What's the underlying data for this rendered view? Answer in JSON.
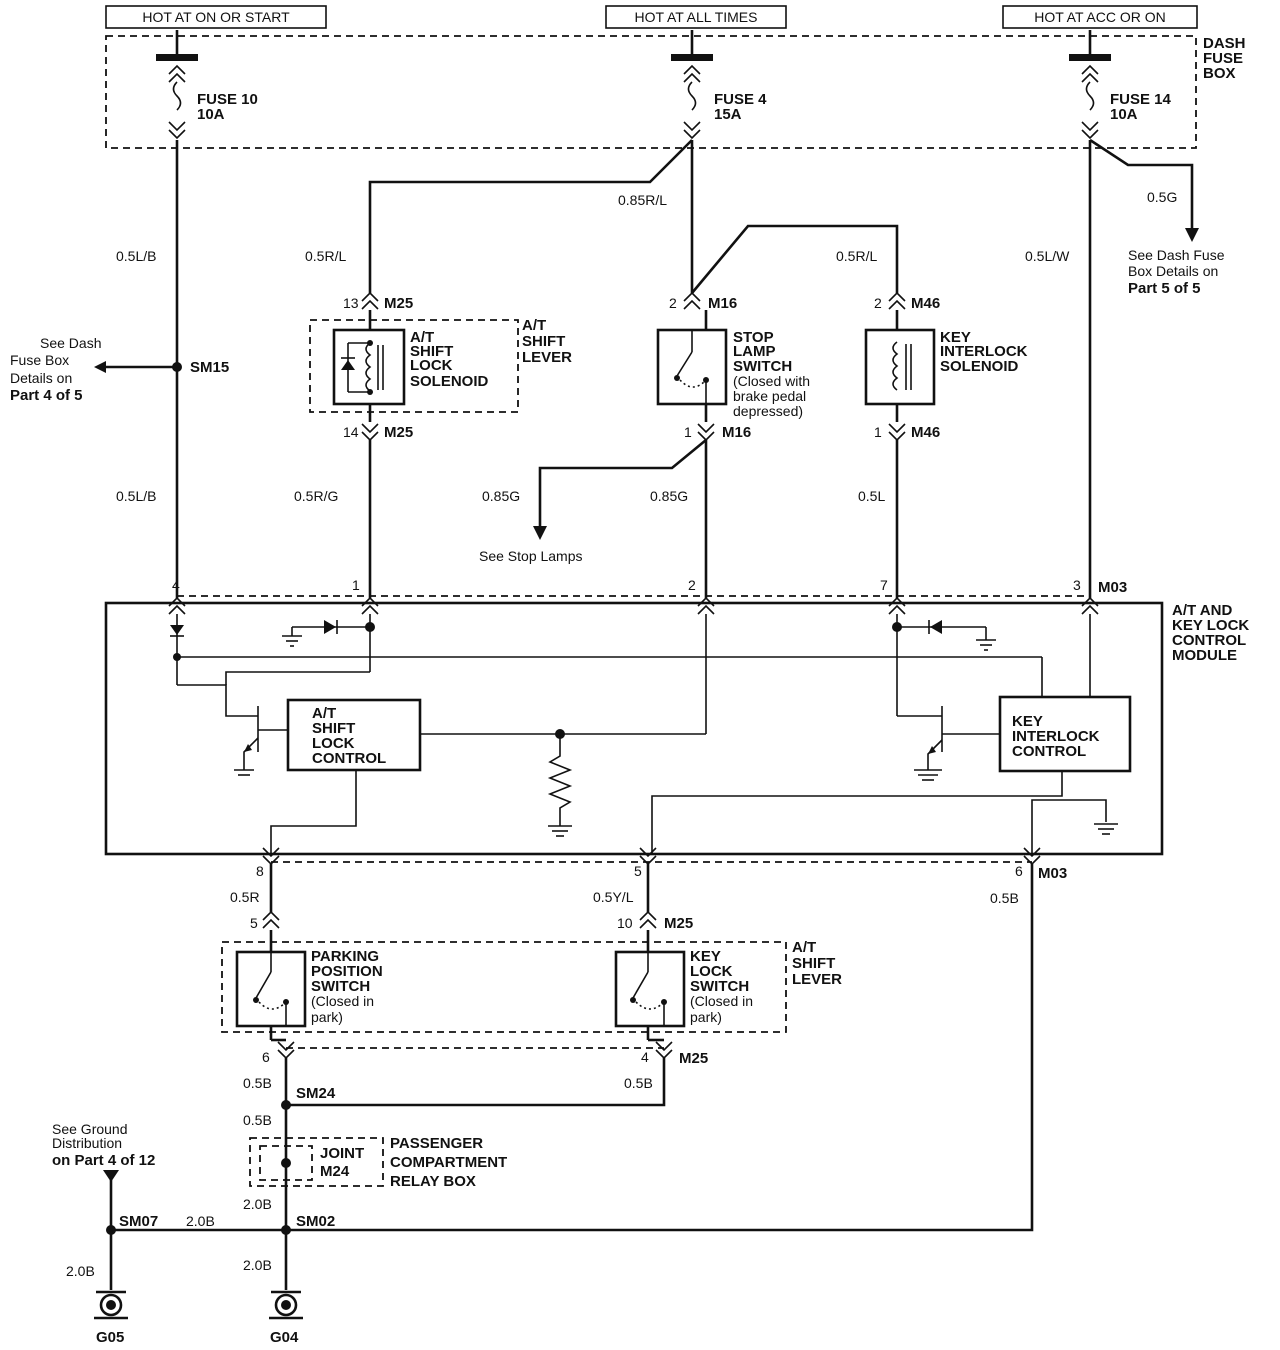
{
  "sources": [
    {
      "label": "HOT AT ON OR START"
    },
    {
      "label": "HOT AT ALL TIMES"
    },
    {
      "label": "HOT AT ACC OR ON"
    }
  ],
  "dash_fuse_box": {
    "label_lines": [
      "DASH",
      "FUSE",
      "BOX"
    ]
  },
  "fuses": [
    {
      "name": "FUSE 10",
      "rating": "10A"
    },
    {
      "name": "FUSE 4",
      "rating": "15A"
    },
    {
      "name": "FUSE 14",
      "rating": "10A"
    }
  ],
  "wires": {
    "w1": "0.5L/B",
    "w2": "0.5R/L",
    "w3": "0.85R/L",
    "w4": "0.5R/L",
    "w5": "0.5L/W",
    "w6": "0.5G",
    "w7": "0.5L/B",
    "w8": "0.5R/G",
    "w9": "0.85G",
    "w10": "0.85G",
    "w11": "0.5L",
    "w12": "0.5R",
    "w13": "0.5Y/L",
    "w14": "0.5B",
    "w15": "0.5B",
    "w16": "0.5B",
    "w17": "0.5B",
    "w18": "2.0B",
    "w19": "2.0B",
    "w20": "2.0B",
    "w21": "2.0B"
  },
  "refs": {
    "dash_part5": [
      "See Dash Fuse",
      "Box Details on",
      "Part 5 of 5"
    ],
    "dash_part4": [
      "See Dash",
      "Fuse Box",
      "Details on",
      "Part 4 of 5"
    ],
    "stop_lamps": "See Stop Lamps",
    "ground_dist": [
      "See Ground",
      "Distribution",
      "on Part 4 of 12"
    ]
  },
  "connectors": {
    "m25": "M25",
    "m16": "M16",
    "m46": "M46",
    "m03": "M03",
    "sm15": "SM15",
    "sm24": "SM24",
    "sm07": "SM07",
    "sm02": "SM02",
    "joint": "JOINT",
    "m24": "M24"
  },
  "pins": {
    "p13": "13",
    "p14": "14",
    "p2a": "2",
    "p1a": "1",
    "p2b": "2",
    "p1b": "1",
    "mod4": "4",
    "mod1": "1",
    "mod2": "2",
    "mod7": "7",
    "mod3": "3",
    "mod8": "8",
    "mod5": "5",
    "mod6": "6",
    "sw5": "5",
    "sw10": "10",
    "sw6": "6",
    "sw4": "4"
  },
  "components": {
    "shift_lock_solenoid": [
      "A/T",
      "SHIFT",
      "LOCK",
      "SOLENOID"
    ],
    "at_shift_lever_top": [
      "A/T",
      "SHIFT",
      "LEVER"
    ],
    "stop_lamp_switch": [
      "STOP",
      "LAMP",
      "SWITCH"
    ],
    "stop_lamp_note": [
      "(Closed with",
      "brake pedal",
      "depressed)"
    ],
    "key_interlock_solenoid": [
      "KEY",
      "INTERLOCK",
      "SOLENOID"
    ],
    "module": [
      "A/T AND",
      "KEY LOCK",
      "CONTROL",
      "MODULE"
    ],
    "shift_lock_control": [
      "A/T",
      "SHIFT",
      "LOCK",
      "CONTROL"
    ],
    "key_interlock_control": [
      "KEY",
      "INTERLOCK",
      "CONTROL"
    ],
    "parking_switch": [
      "PARKING",
      "POSITION",
      "SWITCH"
    ],
    "parking_note": [
      "(Closed in",
      "park)"
    ],
    "key_lock_switch": [
      "KEY",
      "LOCK",
      "SWITCH"
    ],
    "key_lock_note": [
      "(Closed in",
      "park)"
    ],
    "at_shift_lever_bottom": [
      "A/T",
      "SHIFT",
      "LEVER"
    ],
    "relay_box": [
      "PASSENGER",
      "COMPARTMENT",
      "RELAY BOX"
    ]
  },
  "grounds": [
    {
      "label": "G05"
    },
    {
      "label": "G04"
    }
  ]
}
